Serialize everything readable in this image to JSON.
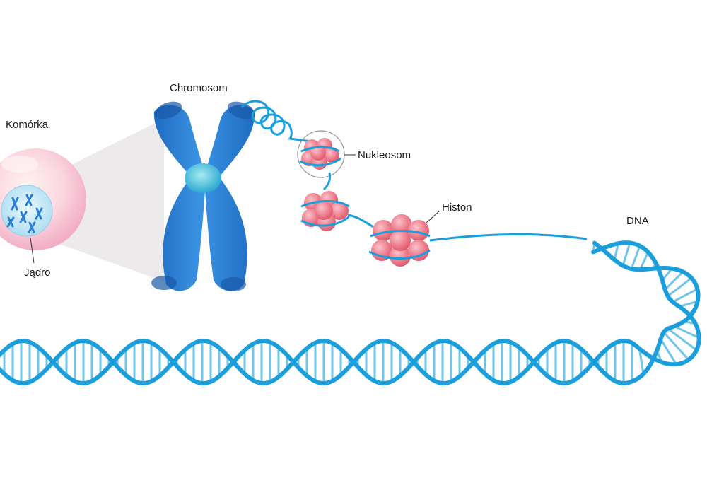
{
  "labels": {
    "cell": "Komórka",
    "nucleus": "Jądro",
    "chromosome": "Chromosom",
    "nucleosome": "Nukleosom",
    "histone": "Histon",
    "dna": "DNA"
  },
  "colors": {
    "dna_blue": "#1a9fdc",
    "chromosome_blue": "#2a7fd4",
    "histone_red": "#e8697a",
    "cell_pink": "#f7c6d6",
    "nucleus_blue": "#bfe6f5"
  }
}
